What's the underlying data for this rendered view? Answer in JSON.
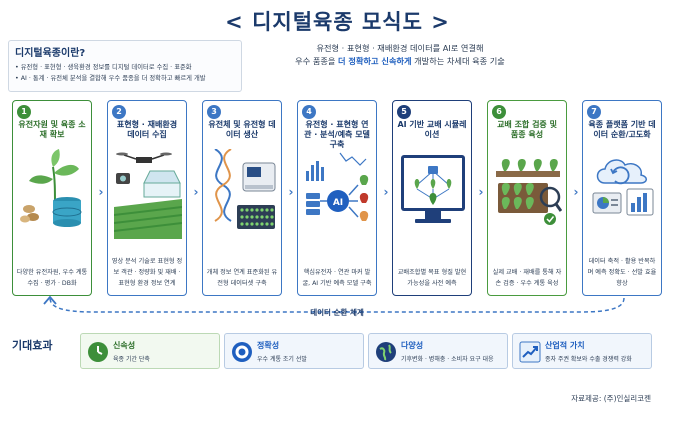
{
  "title": "< 디지털육종 모식도 >",
  "definition": {
    "heading": "디지털육종이란?",
    "items": [
      "유전형 · 표현형 · 생육환경 정보를 디지털 데이터로 수집 · 표준화",
      "AI · 통계 · 유전체 분석을 결합해 우수 품종을 더 정확하고 빠르게 개발"
    ]
  },
  "intro": {
    "line1": "유전형 · 표현형 · 재배환경 데이터를 AI로 연결해",
    "line2_prefix": "우수 품종을 ",
    "line2_highlight": "더 정확하고 신속하게",
    "line2_suffix": " 개발하는 차세대 육종 기술"
  },
  "steps": [
    {
      "num": "1",
      "title": "유전자원 및 육종 소재 확보",
      "desc": "다양한 유전자원, 우수 계통 수집 · 평가 · DB화"
    },
    {
      "num": "2",
      "title": "표현형 · 재배환경 데이터 수집",
      "desc": "영상 분석 기술로 표현형 정보 객관 · 정량화 및 재배 · 표현형 환경 정보 연계"
    },
    {
      "num": "3",
      "title": "유전체 및 유전형 데이터 생산",
      "desc": "개체 정보 연계 표준화된 유전형 데이터셋 구축"
    },
    {
      "num": "4",
      "title": "유전형 · 표현형 연관 · 분석/예측 모델 구축",
      "desc": "핵심유전자 · 연관 마커 발굴, AI 기반 예측 모델 구축"
    },
    {
      "num": "5",
      "title": "AI 기반 교배 시뮬레이션",
      "desc": "교배조합별 목표 형질 발현 가능성을 사전 예측"
    },
    {
      "num": "6",
      "title": "교배 조합 검증 및 품종 육성",
      "desc": "실제 교배 · 재배를 통해 자손 검증 · 우수 계통 육성"
    },
    {
      "num": "7",
      "title": "육종 플랫폼 기반 데이터 순환/고도화",
      "desc": "데이터 축적 · 활용 반복하며 예측 정확도 · 선발 효율 향상"
    }
  ],
  "cycle_label": "데이터 순환 체계",
  "effects": {
    "label": "기대효과",
    "items": [
      {
        "title": "신속성",
        "desc": "육종 기간 단축",
        "icon": "clock-icon"
      },
      {
        "title": "정확성",
        "desc": "우수 계통 조기 선발",
        "icon": "target-icon"
      },
      {
        "title": "다양성",
        "desc": "기후변화 · 병해충 · 소비자 요구 대응",
        "icon": "globe-icon"
      },
      {
        "title": "산업적 가치",
        "desc": "종자 주권 확보와 수출 경쟁력 강화",
        "icon": "trend-chart-icon"
      }
    ]
  },
  "source": "자료제공: (주)인실리코젠",
  "colors": {
    "navy": "#1b3a6b",
    "blue": "#3d77c4",
    "green": "#3d8f3a"
  }
}
